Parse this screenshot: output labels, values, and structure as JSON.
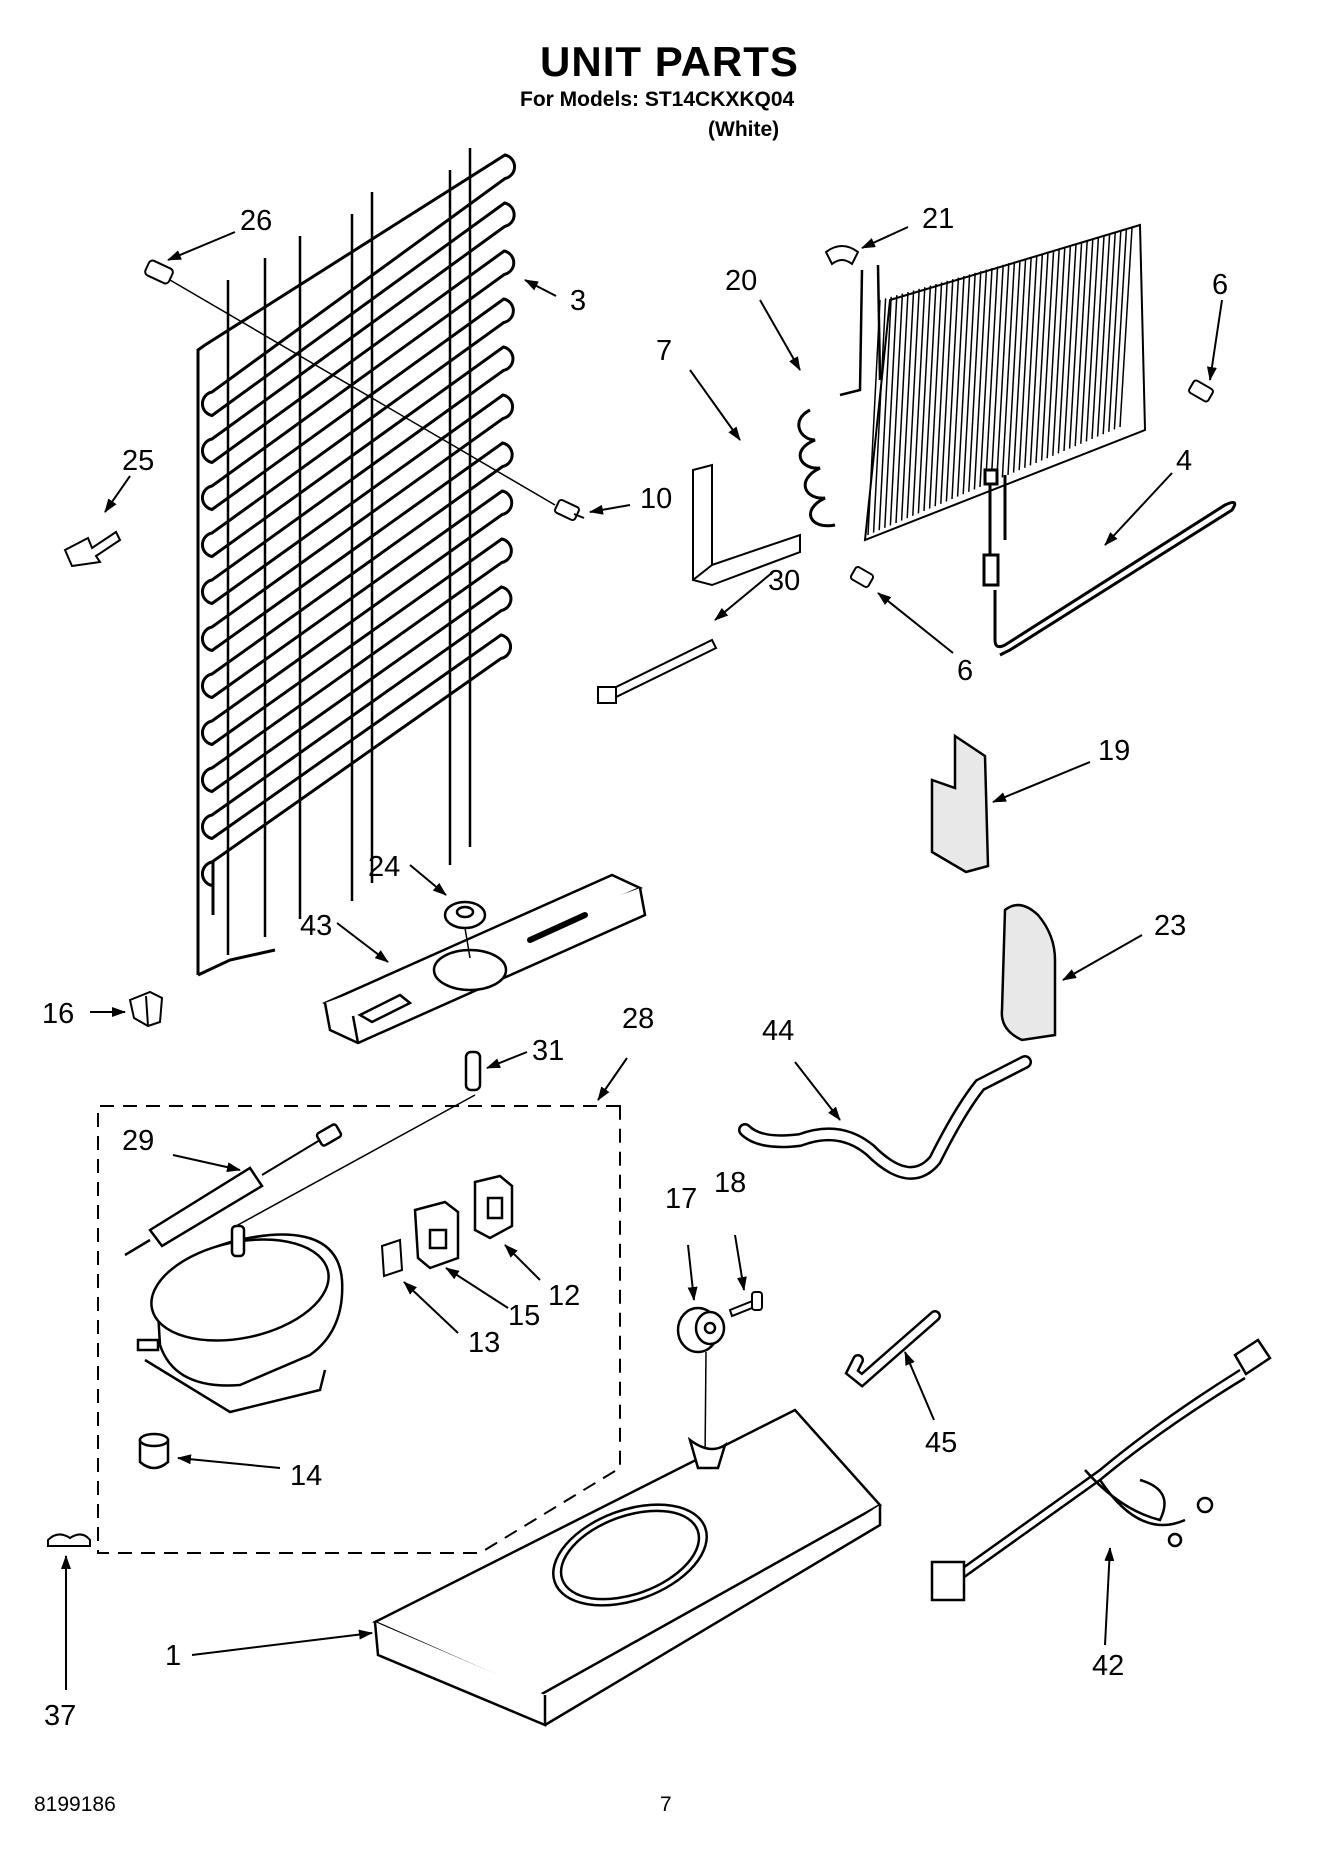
{
  "header": {
    "title": "UNIT PARTS",
    "models_line": "For Models: ST14CKXKQ04",
    "color_line": "(White)"
  },
  "footer": {
    "doc_number": "8199186",
    "page_number": "7"
  },
  "callouts": {
    "c1": "1",
    "c3": "3",
    "c4": "4",
    "c6a": "6",
    "c6b": "6",
    "c7": "7",
    "c10": "10",
    "c12": "12",
    "c13": "13",
    "c14": "14",
    "c15": "15",
    "c16": "16",
    "c17": "17",
    "c18": "18",
    "c19": "19",
    "c20": "20",
    "c21": "21",
    "c23": "23",
    "c24": "24",
    "c25": "25",
    "c26": "26",
    "c28": "28",
    "c29": "29",
    "c30": "30",
    "c31": "31",
    "c37": "37",
    "c42": "42",
    "c43": "43",
    "c44": "44",
    "c45": "45"
  }
}
